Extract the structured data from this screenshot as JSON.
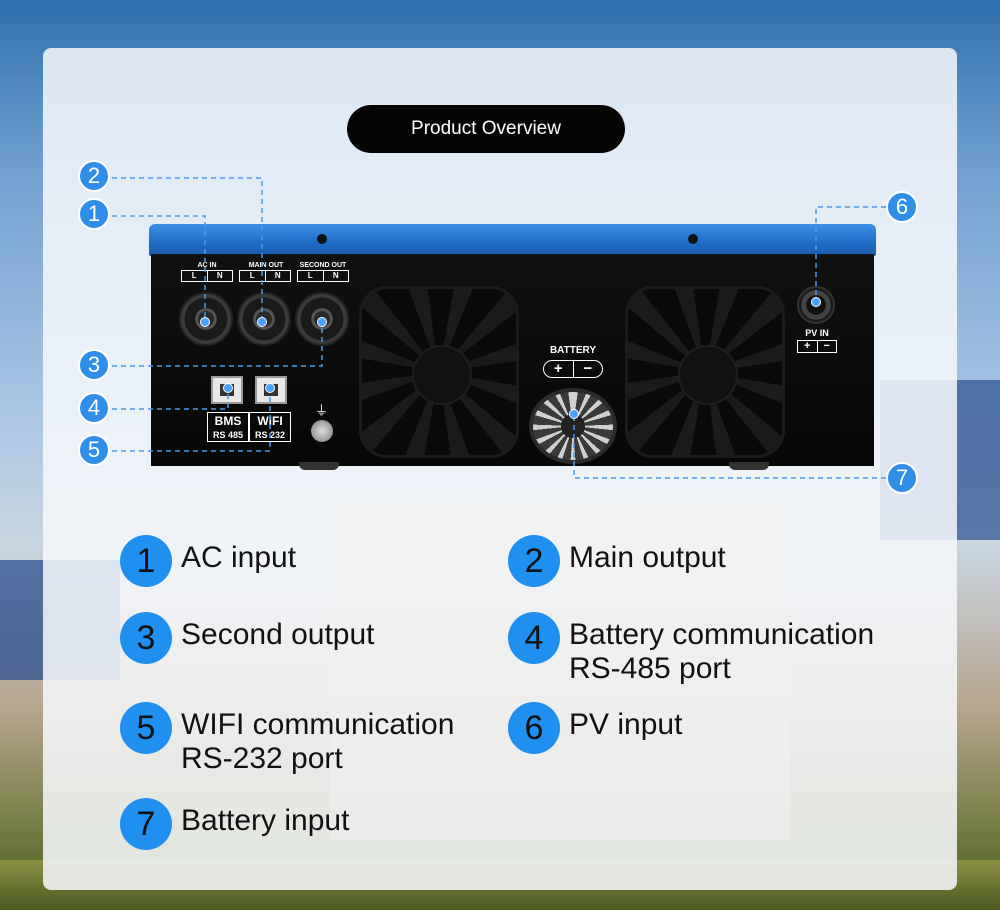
{
  "title": "Product Overview",
  "device": {
    "ac_in": "AC IN",
    "main_out": "MAIN OUT",
    "second_out": "SECOND OUT",
    "l": "L",
    "n": "N",
    "battery": "BATTERY",
    "plus": "+",
    "minus": "−",
    "pv_in": "PV  IN",
    "bms": "BMS",
    "rs485": "RS 485",
    "wifi": "WIFI",
    "rs232": "RS 232",
    "ground": "⏚"
  },
  "callout_numbers": [
    "1",
    "2",
    "3",
    "4",
    "5",
    "6",
    "7"
  ],
  "legend": [
    {
      "num": "1",
      "text": "AC input"
    },
    {
      "num": "2",
      "text": "Main output"
    },
    {
      "num": "3",
      "text": "Second output"
    },
    {
      "num": "4",
      "text": "Battery communication\nRS-485 port"
    },
    {
      "num": "5",
      "text": "WIFI communication\nRS-232 port"
    },
    {
      "num": "6",
      "text": "PV input"
    },
    {
      "num": "7",
      "text": "Battery input"
    }
  ],
  "colors": {
    "accent": "#1f8ff0",
    "device_blue": "#1f6bc7",
    "title_pill": "#050505"
  }
}
